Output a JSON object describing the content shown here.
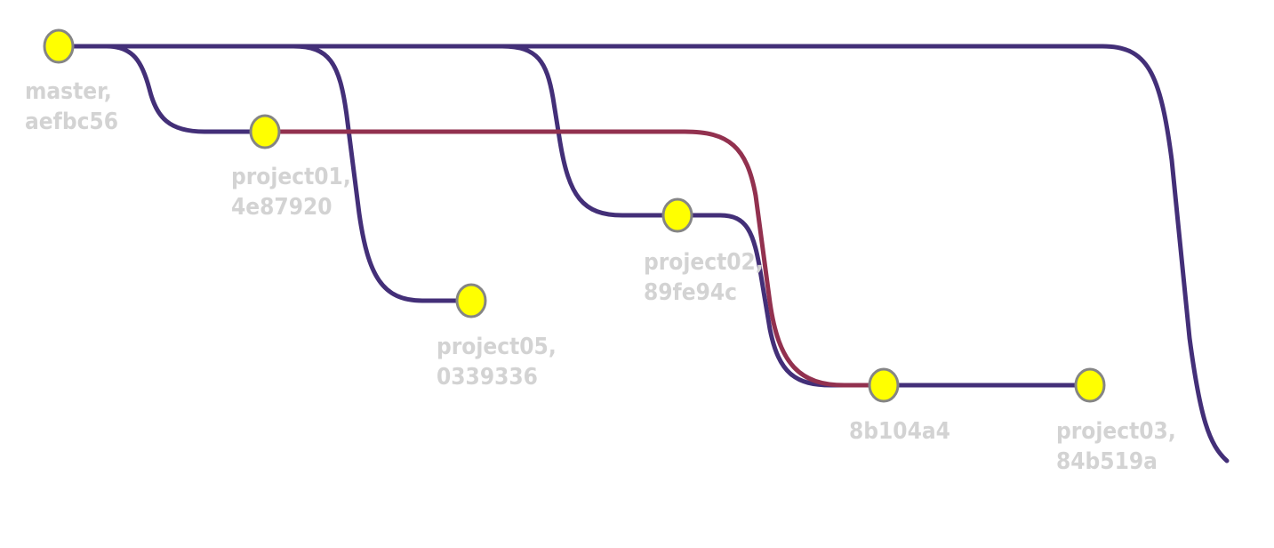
{
  "colors": {
    "branch_line": "#432f78",
    "merge_line": "#92314f",
    "node_fill": "#ffff00",
    "node_stroke": "#858585",
    "label_text": "#d3d3d3"
  },
  "nodes": [
    {
      "id": "master",
      "ref": "master,",
      "sha": "aefbc56"
    },
    {
      "id": "project01",
      "ref": "project01,",
      "sha": "4e87920"
    },
    {
      "id": "project05",
      "ref": "project05,",
      "sha": "0339336"
    },
    {
      "id": "project02",
      "ref": "project02,",
      "sha": "89fe94c"
    },
    {
      "id": "merge",
      "ref": "",
      "sha": "8b104a4"
    },
    {
      "id": "project03",
      "ref": "project03,",
      "sha": "84b519a"
    }
  ]
}
